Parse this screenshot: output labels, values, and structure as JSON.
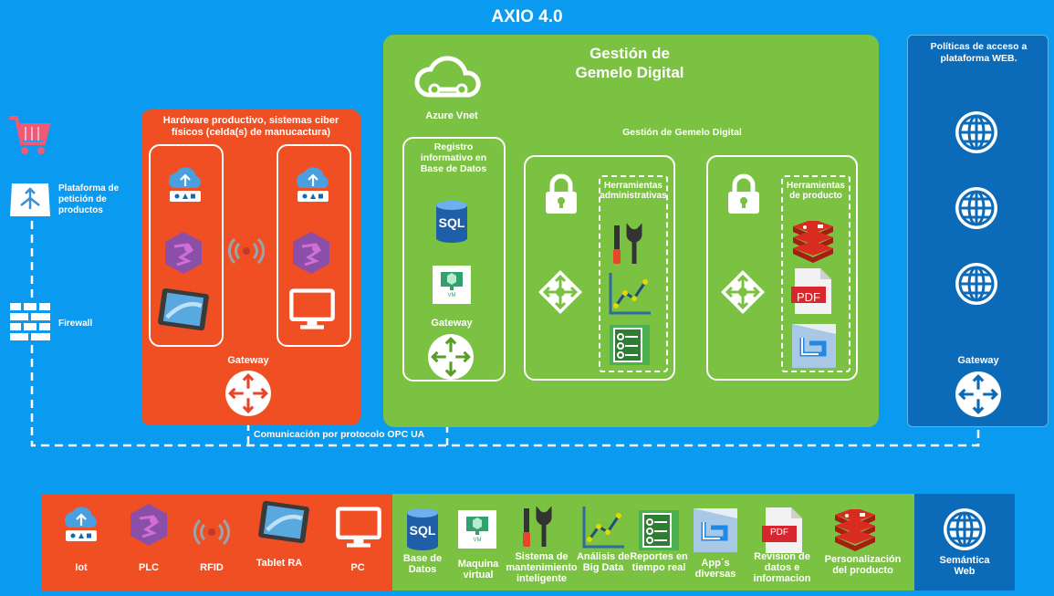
{
  "title": "AXIO 4.0",
  "left": {
    "cart_icon": "shopping-cart-icon",
    "platform_label": "Plataforma de petición de productos",
    "firewall_label": "Firewall"
  },
  "hardware": {
    "title": "Hardware productivo, sistemas ciber físicos (celda(s) de manucactura)",
    "gateway_label": "Gateway"
  },
  "twin": {
    "title_line1": "Gestión de",
    "title_line2": "Gemelo Digital",
    "azure_label": "Azure Vnet",
    "registry_label": "Registro informativo en Base de Datos",
    "sql_text": "SQL",
    "vm_text": "VM",
    "gateway_label": "Gateway",
    "subtitle": "Gestión de Gemelo Digital",
    "admin_tools": "Herramientas administrativas",
    "product_tools": "Herramientas de producto",
    "pdf_text": "PDF"
  },
  "web": {
    "title": "Políticas de acceso a plataforma WEB.",
    "gateway_label": "Gateway"
  },
  "connection_label": "Comunicación por protocolo OPC UA",
  "bottom": {
    "red": [
      {
        "label": "Iot"
      },
      {
        "label": "PLC"
      },
      {
        "label": "RFID"
      },
      {
        "label": "Tablet RA"
      },
      {
        "label": "PC"
      }
    ],
    "green": [
      {
        "label": "Base de Datos"
      },
      {
        "label": "Maquina virtual"
      },
      {
        "label": "Sistema de mantenimiento inteligente"
      },
      {
        "label": "Análisis de Big Data"
      },
      {
        "label": "Reportes en tiempo real"
      },
      {
        "label": "App´s diversas"
      },
      {
        "label": "Revision de datos e informacion"
      },
      {
        "label": "Personalización del producto"
      }
    ],
    "blue": [
      {
        "label": "Semántica Web"
      }
    ],
    "sql_text": "SQL",
    "vm_text": "VM",
    "pdf_text": "PDF"
  },
  "colors": {
    "background": "#0a9af0",
    "hardware_panel": "#f04e23",
    "twin_panel": "#7cc242",
    "web_panel": "#0c6bb8"
  }
}
